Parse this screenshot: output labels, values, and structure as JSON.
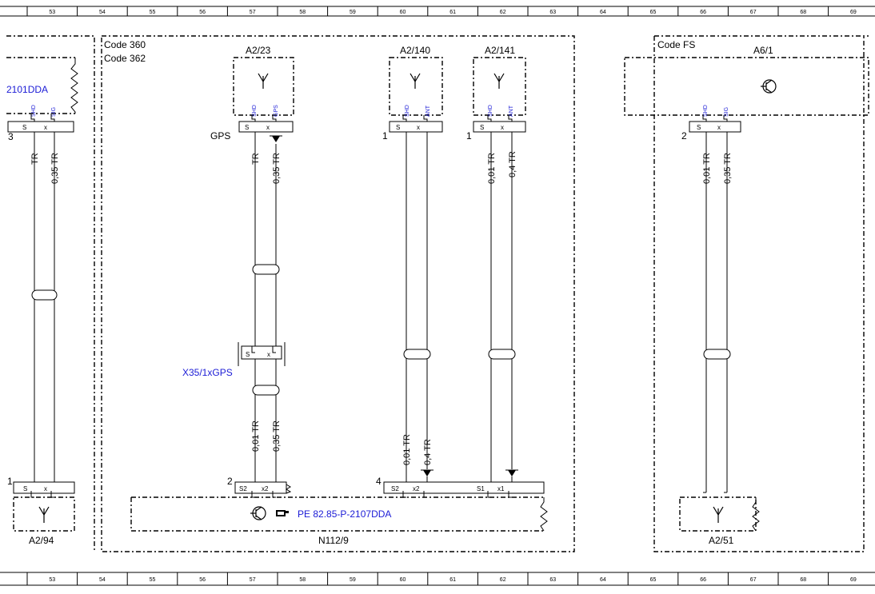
{
  "ruler": {
    "numbers": [
      "53",
      "54",
      "55",
      "56",
      "57",
      "58",
      "59",
      "60",
      "61",
      "62",
      "63",
      "64",
      "65",
      "66",
      "67",
      "68",
      "69"
    ]
  },
  "areas": {
    "left_ref": "2101DDA",
    "code_360": "Code 360",
    "code_362": "Code 362",
    "code_fs": "Code FS"
  },
  "components": {
    "a2_94": "A2/94",
    "a2_23": "A2/23",
    "a2_140": "A2/140",
    "a2_141": "A2/141",
    "a6_1": "A6/1",
    "a2_51": "A2/51",
    "n112_9": "N112/9",
    "x35": "X35/1xGPS",
    "pe_ref": "PE 82.85-P-2107DDA",
    "gps_tag": "GPS"
  },
  "pins": {
    "shd": "SHD",
    "sig": "SIG",
    "gps": "GPS",
    "ant": "ANT",
    "s": "S",
    "x": "x",
    "s1": "S1",
    "s2": "S2",
    "x1": "x1",
    "x2": "x2"
  },
  "connector_numbers": {
    "n3": "3",
    "n1a": "1",
    "n1b": "1",
    "n2": "2",
    "n1c": "1",
    "n2b": "2",
    "n4": "4"
  },
  "wires": {
    "tr": "TR",
    "w035": "0,35 TR",
    "w001": "0,01 TR",
    "w04": "0,4 TR"
  },
  "colors": {
    "line": "#000000",
    "reference_text": "#1b1bd6"
  },
  "icons": {
    "antenna": "antenna-icon",
    "transistor": "transistor-icon",
    "ground": "ground-arrow-icon",
    "shield": "cable-shield-icon",
    "pointer": "pointing-hand-icon"
  }
}
